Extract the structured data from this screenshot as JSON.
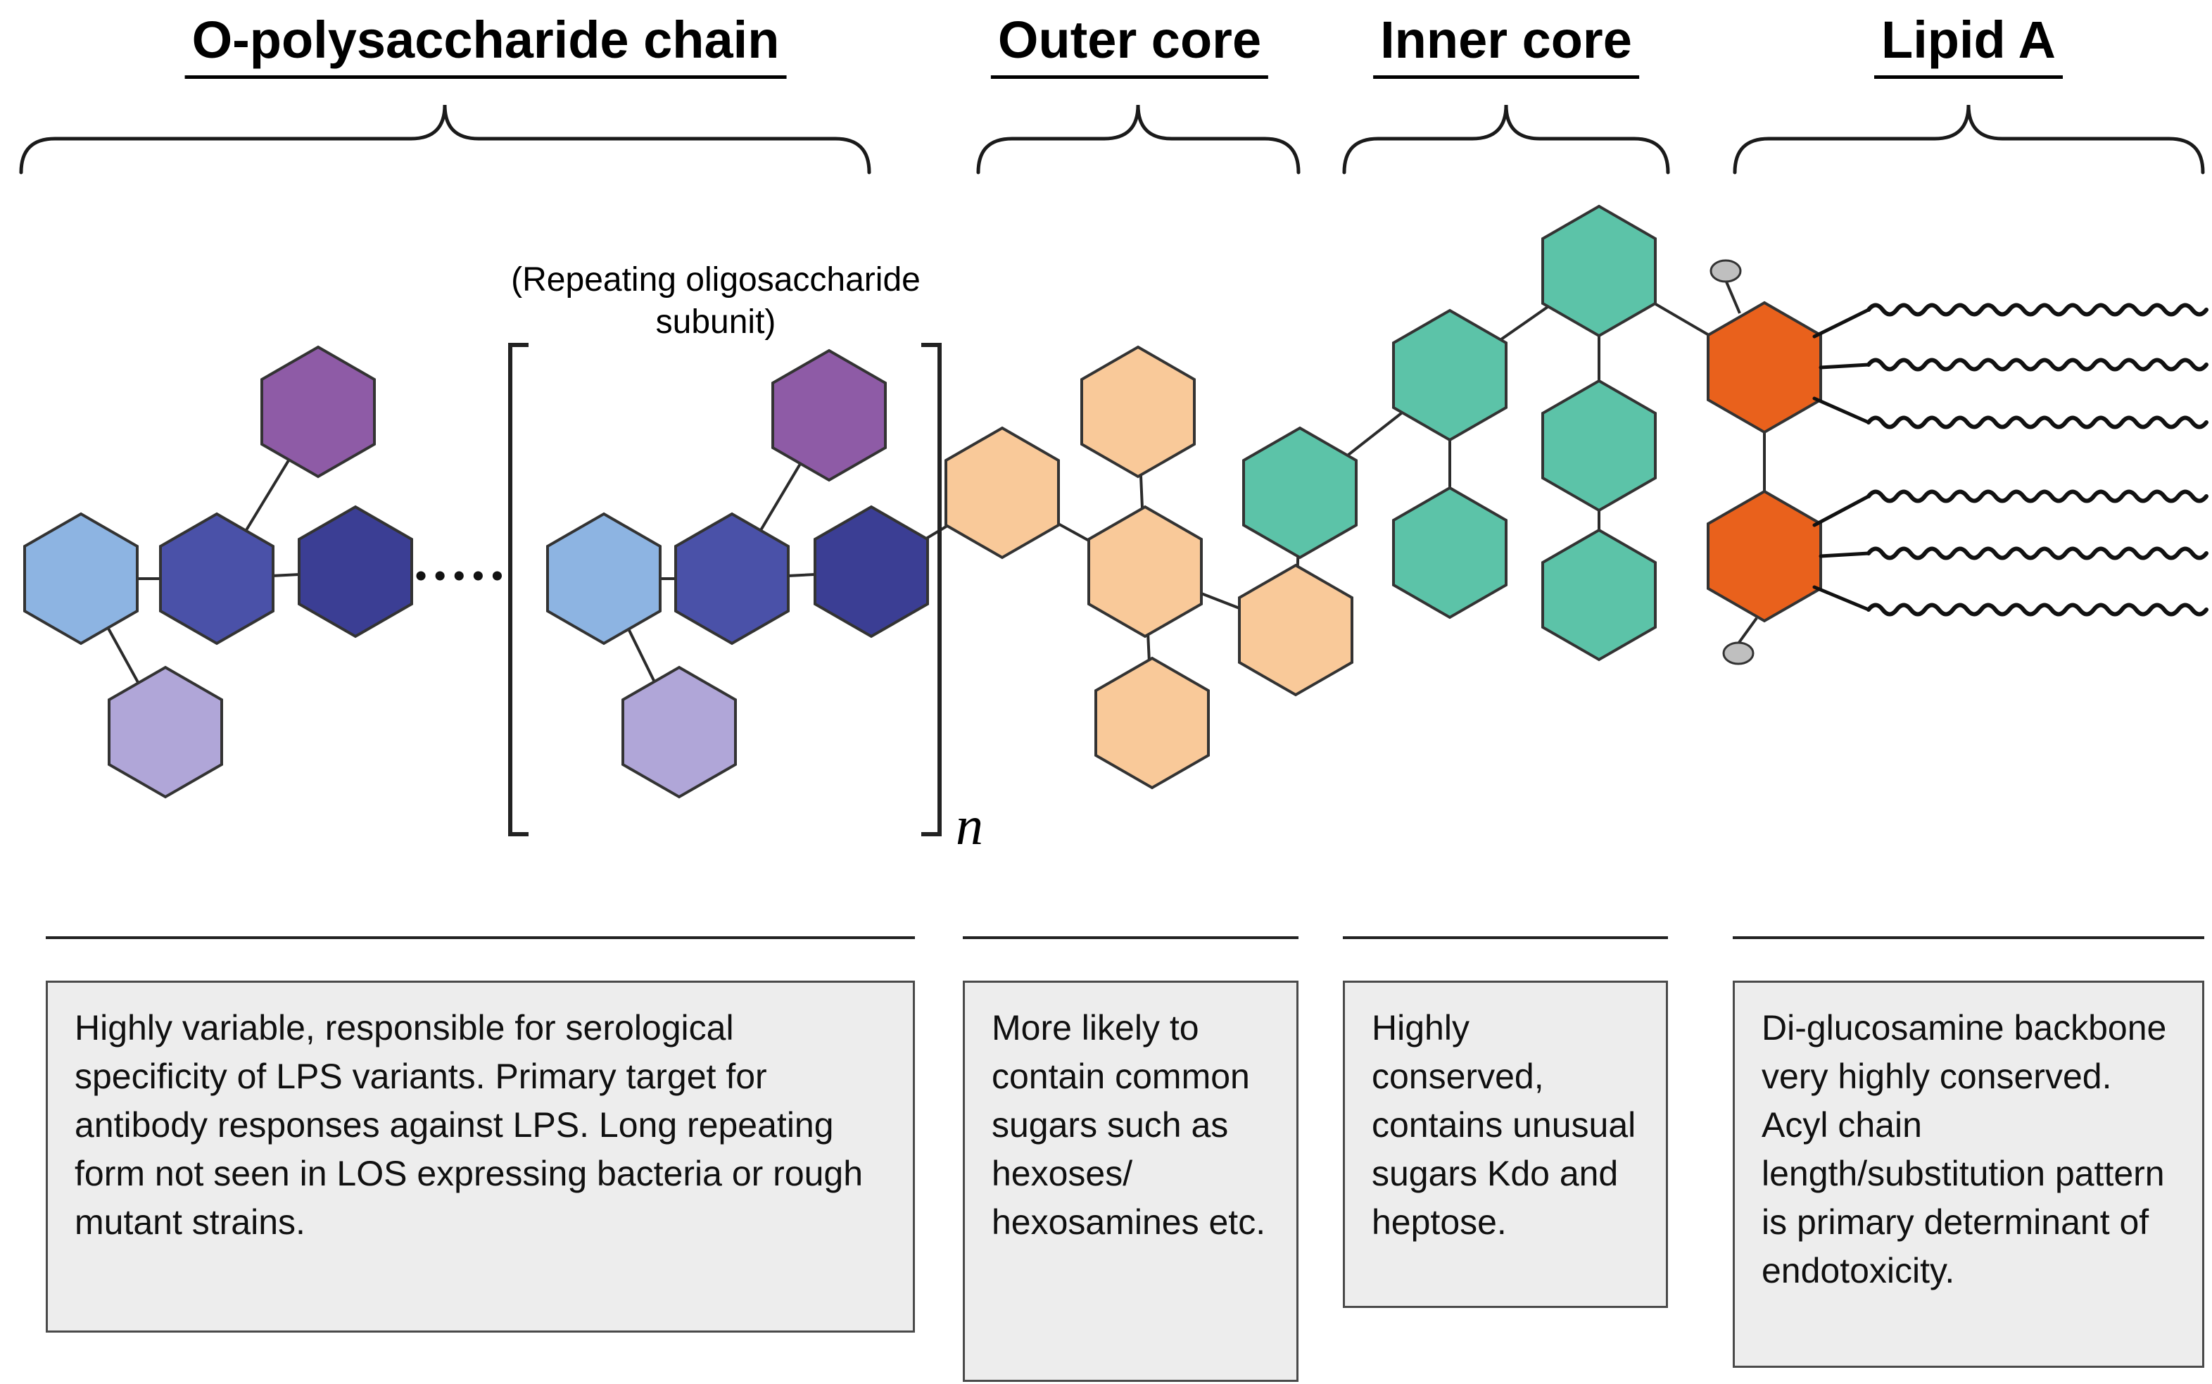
{
  "figure": {
    "sections": [
      {
        "title": "O-polysaccharide chain",
        "description": "Highly variable, responsible for serological specificity of LPS variants. Primary target for antibody responses against LPS. Long repeating form not seen in LOS expressing bacteria or rough mutant strains."
      },
      {
        "title": "Outer core",
        "description": "More likely to contain common sugars such as hexoses/ hexosamines etc."
      },
      {
        "title": "Inner core",
        "description": "Highly conserved, contains unusual sugars Kdo and heptose."
      },
      {
        "title": "Lipid A",
        "description": "Di-glucosamine backbone very highly conserved. Acyl chain length/substitution pattern is primary determinant of endotoxicity."
      }
    ],
    "repeat_unit": {
      "label_line1": "(Repeating oligosaccharide",
      "label_line2": "subunit)",
      "subscript": "n"
    }
  },
  "colors": {
    "light_blue": "#8DB4E2",
    "indigo": "#4A51A8",
    "dark_indigo": "#3B3E94",
    "purple": "#8E5BA6",
    "light_purple": "#B0A6D8",
    "peach": "#F9C999",
    "teal": "#5CC3A8",
    "orange": "#E9611C",
    "phosphate_gray": "#BFBFBF"
  }
}
